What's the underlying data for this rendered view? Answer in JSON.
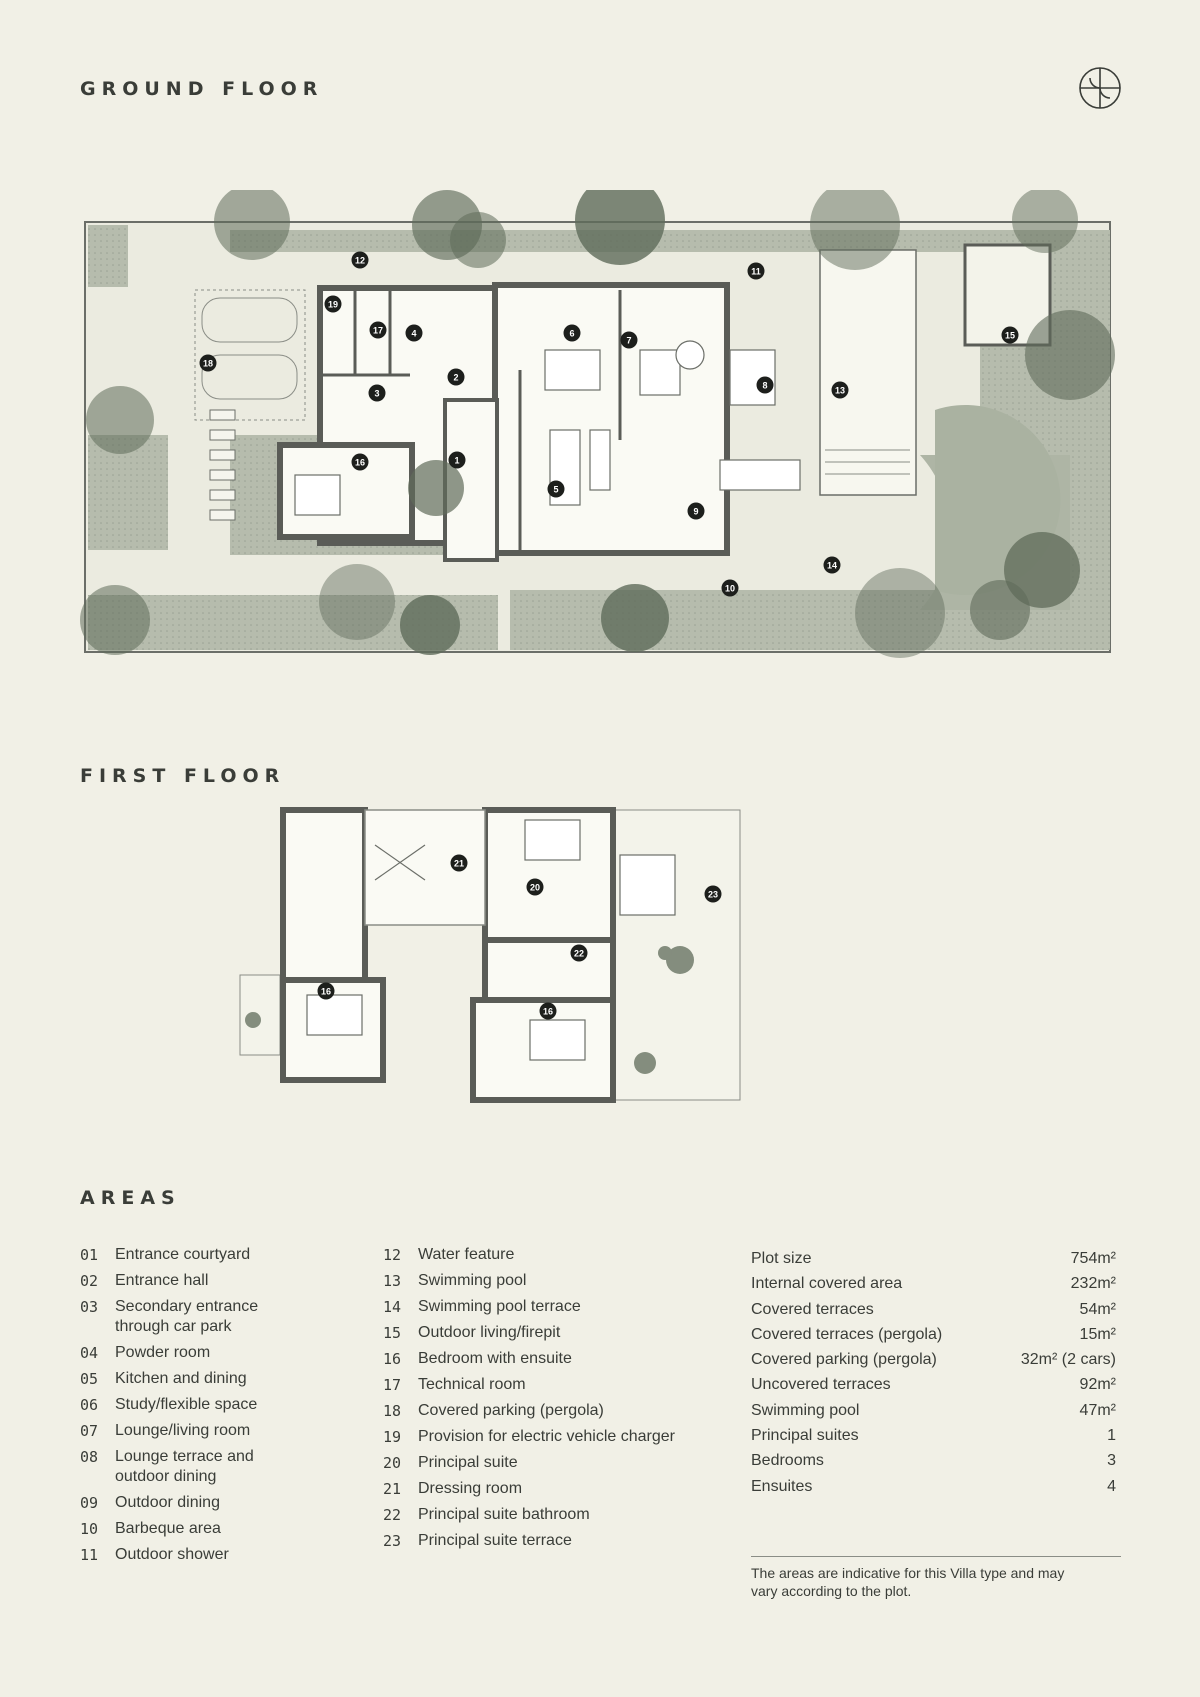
{
  "headings": {
    "ground_floor": "GROUND FLOOR",
    "first_floor": "FIRST FLOOR",
    "areas": "AREAS"
  },
  "colors": {
    "background": "#f1f0e6",
    "landscape": "#b6bcad",
    "tree": "#5f6b5a",
    "wall": "#5a5c57",
    "room": "#fafaf4",
    "marker": "#1d1f1c"
  },
  "ground_markers": [
    {
      "n": "1"
    },
    {
      "n": "2"
    },
    {
      "n": "3"
    },
    {
      "n": "4"
    },
    {
      "n": "5"
    },
    {
      "n": "6"
    },
    {
      "n": "7"
    },
    {
      "n": "8"
    },
    {
      "n": "9"
    },
    {
      "n": "10"
    },
    {
      "n": "11"
    },
    {
      "n": "12"
    },
    {
      "n": "13"
    },
    {
      "n": "14"
    },
    {
      "n": "15"
    },
    {
      "n": "16"
    },
    {
      "n": "17"
    },
    {
      "n": "18"
    },
    {
      "n": "19"
    }
  ],
  "first_markers": [
    {
      "n": "16"
    },
    {
      "n": "16"
    },
    {
      "n": "20"
    },
    {
      "n": "21"
    },
    {
      "n": "22"
    },
    {
      "n": "23"
    }
  ],
  "legend_left": [
    {
      "num": "01",
      "label": "Entrance courtyard"
    },
    {
      "num": "02",
      "label": "Entrance hall"
    },
    {
      "num": "03",
      "label": "Secondary entrance through car park"
    },
    {
      "num": "04",
      "label": "Powder room"
    },
    {
      "num": "05",
      "label": "Kitchen and dining"
    },
    {
      "num": "06",
      "label": "Study/flexible space"
    },
    {
      "num": "07",
      "label": "Lounge/living room"
    },
    {
      "num": "08",
      "label": "Lounge terrace and outdoor dining"
    },
    {
      "num": "09",
      "label": "Outdoor dining"
    },
    {
      "num": "10",
      "label": "Barbeque area"
    },
    {
      "num": "11",
      "label": "Outdoor shower"
    }
  ],
  "legend_right": [
    {
      "num": "12",
      "label": "Water feature"
    },
    {
      "num": "13",
      "label": "Swimming pool"
    },
    {
      "num": "14",
      "label": "Swimming pool terrace"
    },
    {
      "num": "15",
      "label": "Outdoor living/firepit"
    },
    {
      "num": "16",
      "label": "Bedroom with ensuite"
    },
    {
      "num": "17",
      "label": "Technical room"
    },
    {
      "num": "18",
      "label": "Covered parking (pergola)"
    },
    {
      "num": "19",
      "label": "Provision for electric vehicle charger"
    },
    {
      "num": "20",
      "label": "Principal suite"
    },
    {
      "num": "21",
      "label": "Dressing room"
    },
    {
      "num": "22",
      "label": "Principal suite bathroom"
    },
    {
      "num": "23",
      "label": "Principal suite terrace"
    }
  ],
  "stats": [
    {
      "label": "Plot size",
      "value": "754m²"
    },
    {
      "label": "Internal covered area",
      "value": "232m²"
    },
    {
      "label": "Covered terraces",
      "value": "54m²"
    },
    {
      "label": "Covered terraces (pergola)",
      "value": "15m²"
    },
    {
      "label": "Covered parking (pergola)",
      "value": "32m² (2 cars)"
    },
    {
      "label": "Uncovered terraces",
      "value": "92m²"
    },
    {
      "label": "Swimming pool",
      "value": "47m²"
    },
    {
      "label": "Principal suites",
      "value": "1"
    },
    {
      "label": "Bedrooms",
      "value": "3"
    },
    {
      "label": "Ensuites",
      "value": "4"
    }
  ],
  "disclaimer": "The areas are indicative for this Villa type and may vary according to the plot."
}
